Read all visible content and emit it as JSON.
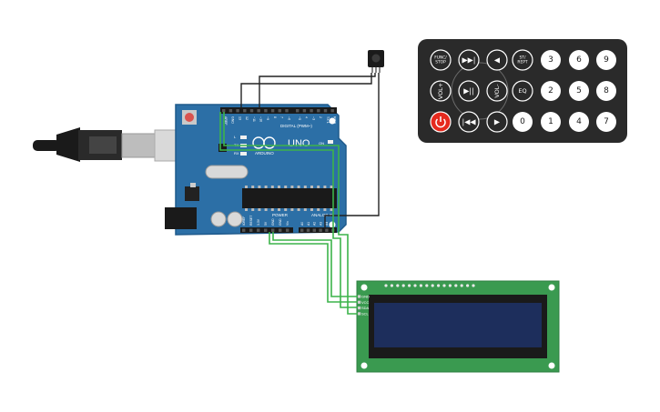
{
  "arduino": {
    "board_logo": "UNO",
    "brand": "ARDUINO",
    "digital_label": "DIGITAL (PWM~)",
    "power_label": "POWER",
    "analog_label": "ANALOG IN",
    "digital_pins": [
      "AREF",
      "GND",
      "13",
      "12",
      "~11",
      "~10",
      "~9",
      "8",
      "7",
      "~6",
      "~5",
      "4",
      "~3",
      "2",
      "TX 1",
      "RX 0"
    ],
    "led_labels": [
      "L",
      "TX",
      "RX"
    ],
    "on_label": "ON",
    "power_pins": [
      "IOREF",
      "RESET",
      "3.3V",
      "5V",
      "GND",
      "GND",
      "Vin"
    ],
    "analog_pins": [
      "A0",
      "A1",
      "A2",
      "A3",
      "A4",
      "A5"
    ]
  },
  "lcd": {
    "pins": [
      "GND",
      "VCC",
      "SDA",
      "SCL"
    ]
  },
  "remote": {
    "buttons": [
      {
        "label": "FUNC/ STOP",
        "kind": "text"
      },
      {
        "label": "▶▶|",
        "kind": "sym"
      },
      {
        "label": "◀",
        "kind": "sym"
      },
      {
        "label": "ST/ REPT",
        "kind": "text"
      },
      {
        "label": "3",
        "kind": "num"
      },
      {
        "label": "6",
        "kind": "num"
      },
      {
        "label": "9",
        "kind": "num"
      },
      {
        "label": "VOL+",
        "kind": "text"
      },
      {
        "label": "▶||",
        "kind": "sym"
      },
      {
        "label": "VOL-",
        "kind": "text"
      },
      {
        "label": "EQ",
        "kind": "text"
      },
      {
        "label": "2",
        "kind": "num"
      },
      {
        "label": "5",
        "kind": "num"
      },
      {
        "label": "8",
        "kind": "num"
      },
      {
        "label": "power",
        "kind": "power"
      },
      {
        "label": "|◀◀",
        "kind": "sym"
      },
      {
        "label": "▶",
        "kind": "sym"
      },
      {
        "label": "0",
        "kind": "num"
      },
      {
        "label": "1",
        "kind": "num"
      },
      {
        "label": "4",
        "kind": "num"
      },
      {
        "label": "7",
        "kind": "num"
      }
    ]
  },
  "colors": {
    "board": "#2c6fa6",
    "board_edge": "#1f5a8c",
    "lcd_pcb": "#3a9a50",
    "lcd_screen": "#1d2e5c",
    "remote": "#2a2a2a",
    "power_button": "#e52a1e",
    "wire_green": "#3cb44a",
    "wire_black": "#222222"
  }
}
